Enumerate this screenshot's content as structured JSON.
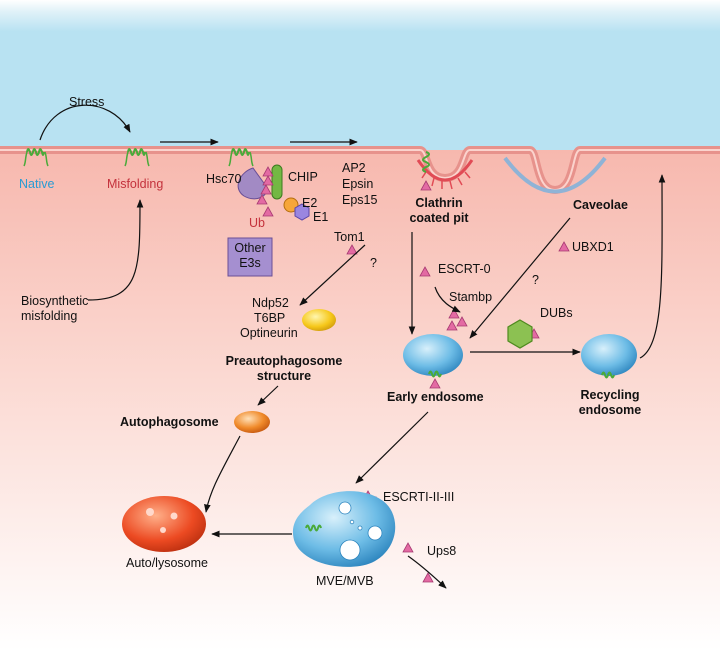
{
  "labels": {
    "stress": "Stress",
    "native": "Native",
    "misfolding": "Misfolding",
    "hsc70": "Hsc70",
    "chip": "CHIP",
    "e2": "E2",
    "e1": "E1",
    "ub": "Ub",
    "other_e3s_line1": "Other",
    "other_e3s_line2": "E3s",
    "adaptors": [
      "AP2",
      "Epsin",
      "Eps15"
    ],
    "clathrin_line1": "Clathrin",
    "clathrin_line2": "coated pit",
    "caveolae": "Caveolae",
    "tom1": "Tom1",
    "question": "?",
    "escrt0": "ESCRT-0",
    "stambp": "Stambp",
    "ubxd1": "UBXD1",
    "dubs": "DUBs",
    "biosynthetic_line1": "Biosynthetic",
    "biosynthetic_line2": "misfolding",
    "receptors": [
      "Ndp52",
      "T6BP",
      "Optineurin"
    ],
    "preauto_line1": "Preautophagosome",
    "preauto_line2": "structure",
    "early_endosome": "Early endosome",
    "recycling_line1": "Recycling",
    "recycling_line2": "endosome",
    "autophagosome": "Autophagosome",
    "escrt123": "ESCRTI-II-III",
    "ups8": "Ups8",
    "autolysosome": "Auto/lysosome",
    "mve": "MVE/MVB"
  },
  "colors": {
    "extracellular": "#b8e2f2",
    "cytoplasm": "#f8c7bf",
    "membrane": "#e7928c",
    "protein": "#4aaa3a",
    "ubiquitin": "#e36aa3",
    "endosome": "#5fb2df",
    "autophagy": "#f08a2a"
  }
}
